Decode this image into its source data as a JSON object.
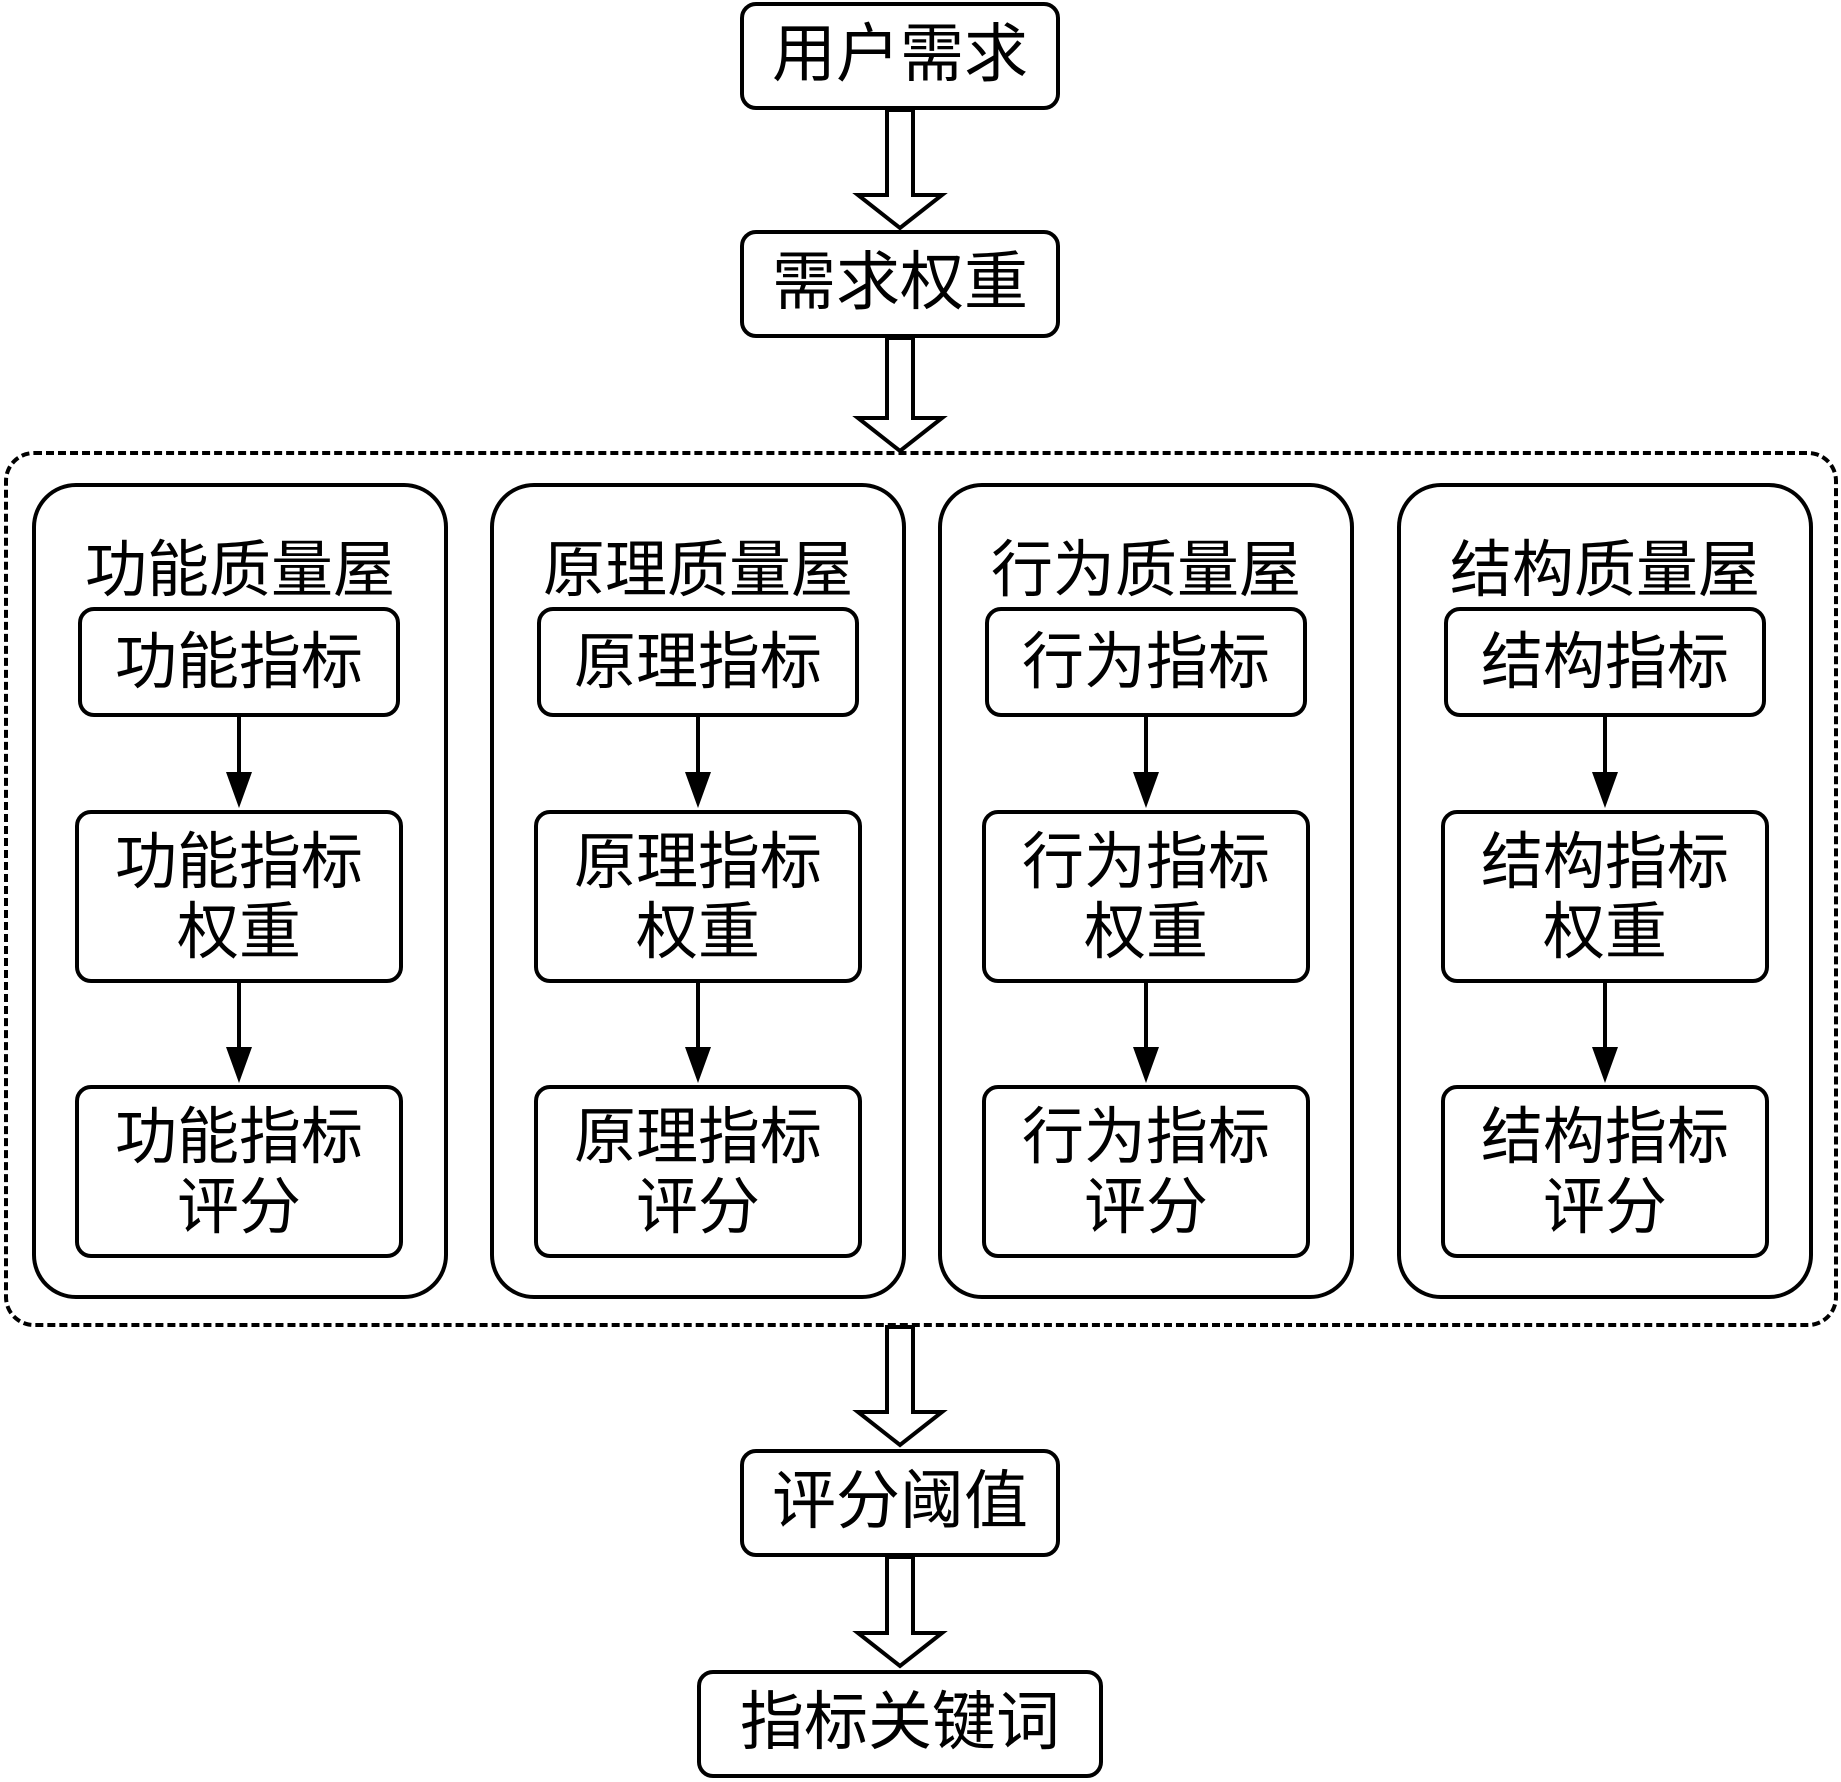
{
  "flow": {
    "user_needs": "用户需求",
    "need_weights": "需求权重",
    "score_threshold": "评分阈值",
    "index_keywords": "指标关键词"
  },
  "houses": [
    {
      "title": "功能质量屋",
      "index": "功能指标",
      "weight": "功能指标\n权重",
      "score": "功能指标\n评分"
    },
    {
      "title": "原理质量屋",
      "index": "原理指标",
      "weight": "原理指标\n权重",
      "score": "原理指标\n评分"
    },
    {
      "title": "行为质量屋",
      "index": "行为指标",
      "weight": "行为指标\n权重",
      "score": "行为指标\n评分"
    },
    {
      "title": "结构质量屋",
      "index": "结构指标",
      "weight": "结构指标\n权重",
      "score": "结构指标\n评分"
    }
  ]
}
